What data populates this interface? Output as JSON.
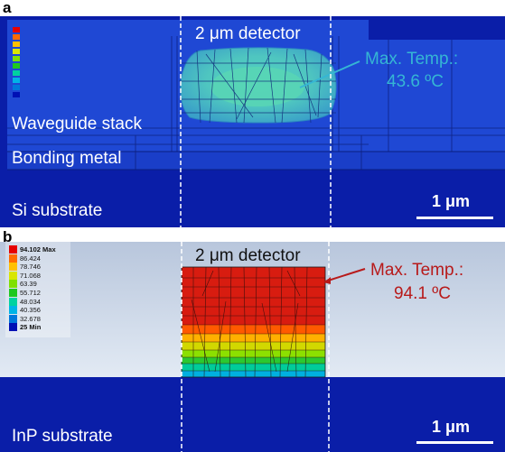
{
  "panel_a": {
    "letter": "a",
    "detector_label": "2 μm detector",
    "max_label": "Max. Temp.:",
    "max_value": "43.6 ºC",
    "stack_label": "Waveguide stack",
    "bond_label": "Bonding metal",
    "substrate_label": "Si substrate",
    "scale_label": "1 μm",
    "colors": {
      "region": "#1f4fd6",
      "background": "#0a1ea8",
      "warm": "#3aa8c6",
      "hot": "#4fc6c0",
      "accent": "#35b6d4"
    }
  },
  "panel_b": {
    "letter": "b",
    "detector_label": "2 μm detector",
    "max_label": "Max. Temp.:",
    "max_value": "94.1 ºC",
    "substrate_label": "InP substrate",
    "scale_label": "1 μm",
    "legend": [
      {
        "label": "94.102 Max",
        "color": "#e60000"
      },
      {
        "label": "86.424",
        "color": "#ff6a00"
      },
      {
        "label": "78.746",
        "color": "#ffc000"
      },
      {
        "label": "71.068",
        "color": "#d9e600"
      },
      {
        "label": "63.39",
        "color": "#7fe000"
      },
      {
        "label": "55.712",
        "color": "#1ec81e"
      },
      {
        "label": "48.034",
        "color": "#00d2a0"
      },
      {
        "label": "40.356",
        "color": "#00b4e6"
      },
      {
        "label": "32.678",
        "color": "#0078dc"
      },
      {
        "label": "25 Min",
        "color": "#0010b4"
      }
    ],
    "colors": {
      "accent": "#b81a1a",
      "substrate": "#0a1ea8",
      "sky_top": "#b8c6dc",
      "sky_bottom": "#dfe7f2"
    }
  }
}
